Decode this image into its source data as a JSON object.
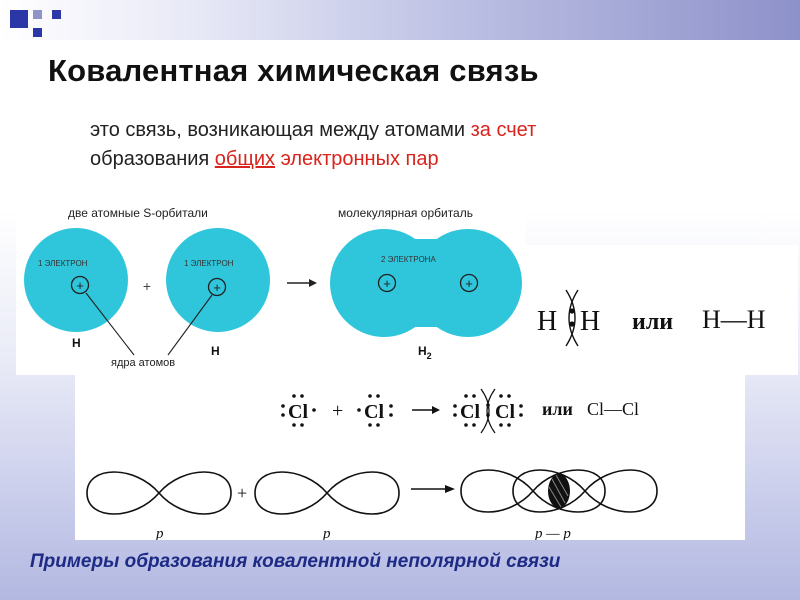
{
  "slide": {
    "title": "Ковалентная химическая связь",
    "definition": {
      "part1": "это связь, возникающая между атомами ",
      "highlight1": "за счет",
      "part2": "образования ",
      "underlined": "общих",
      "highlight2": " электронных пар"
    },
    "caption": "Примеры образования ковалентной неполярной связи"
  },
  "orbital_diagram": {
    "label_atomic": "две атомные S-орбитали",
    "label_molecular": "молекулярная орбиталь",
    "electron_1": "1  ЭЛЕКТРОН",
    "electron_2": "1  ЭЛЕКТРОН",
    "electron_pair": "2  ЭЛЕКТРОНА",
    "plus": "+",
    "nucleus_charge": "+",
    "nuclei_label": "ядра атомов",
    "atom_1": "H",
    "atom_2": "H",
    "molecule_symbol": "H",
    "molecule_subscript": "2",
    "orbital_color": "#2fc6dc"
  },
  "hydrogen_formula": {
    "left_atom": "H",
    "right_atom": "H",
    "or_word": "или",
    "structural": "H—H"
  },
  "chlorine_formula": {
    "atom": "Cl",
    "plus": "+",
    "arrow": "→",
    "or_word": "или",
    "structural": "Cl—Cl"
  },
  "p_orbitals": {
    "label_left": "p",
    "label_middle": "p",
    "label_bond": "p — p",
    "plus": "+"
  }
}
